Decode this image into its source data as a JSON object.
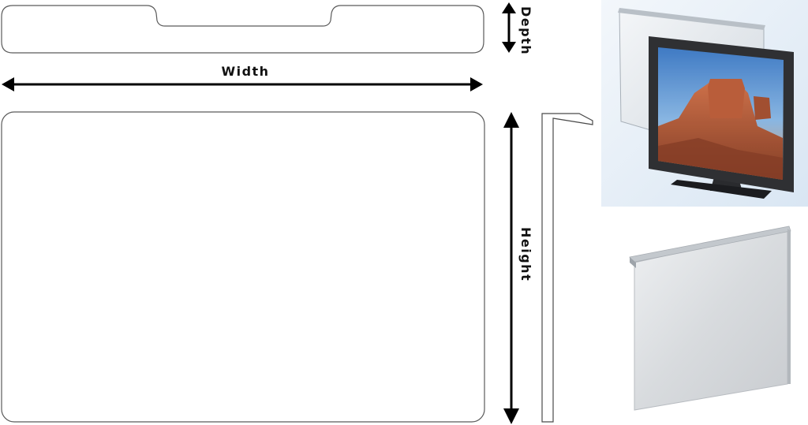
{
  "labels": {
    "depth": "Depth",
    "width": "Width",
    "height": "Height"
  },
  "colors": {
    "outline": "#5a5a5a",
    "arrow": "#000000",
    "product_panel": "#d9dcdf",
    "photo_background": "#e3ecf6",
    "tv_bezel": "#1e1f22",
    "tv_screen_sky": "#3f7fc6",
    "tv_screen_rock": "#b4502a"
  },
  "icons": {
    "depth_arrow": "double-arrow-vertical",
    "width_arrow": "double-arrow-horizontal",
    "height_arrow": "double-arrow-vertical"
  }
}
